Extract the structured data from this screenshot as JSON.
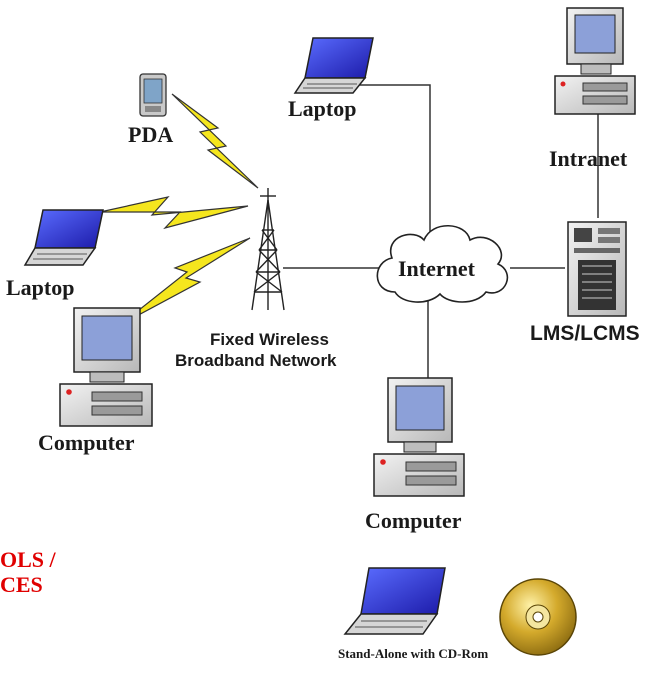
{
  "labels": {
    "pda": "PDA",
    "laptop_top": "Laptop",
    "laptop_left": "Laptop",
    "intranet": "Intranet",
    "internet": "Internet",
    "lms": "LMS/LCMS",
    "wireless_line1": "Fixed Wireless",
    "wireless_line2": "Broadband Network",
    "computer_left": "Computer",
    "computer_bottom": "Computer",
    "standalone": "Stand-Alone with CD-Rom",
    "partial_line1": "OLS /",
    "partial_line2": "CES"
  },
  "colors": {
    "screen": "#2c2ad8",
    "lightning": "#f5e61e",
    "partial_text": "#e00000",
    "cd_gold": "#c9a12a"
  },
  "icons": [
    "pda-icon",
    "laptop-icon",
    "desktop-computer-icon",
    "server-icon",
    "radio-tower-icon",
    "cloud-icon",
    "lightning-bolt-icon",
    "cd-rom-icon"
  ]
}
